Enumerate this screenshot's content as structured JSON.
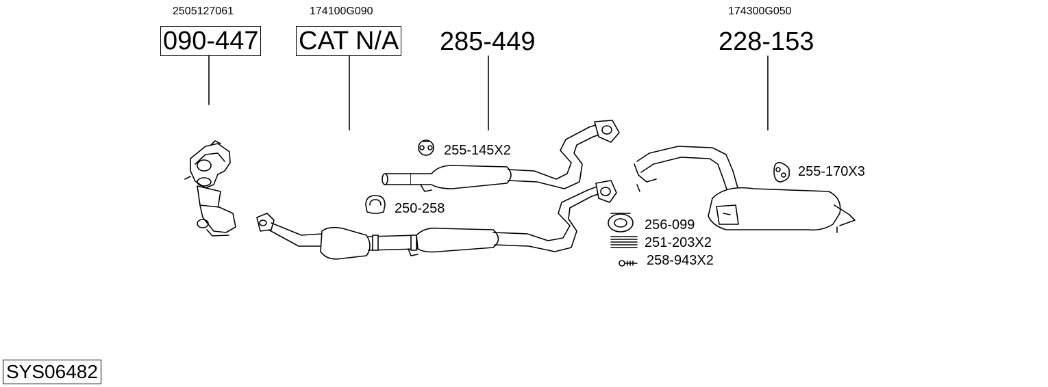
{
  "system_id": "SYS06482",
  "parts": [
    {
      "oem": "2505127061",
      "number": "090-447",
      "boxed": true
    },
    {
      "oem": "174100G090",
      "number": "CAT N/A",
      "boxed": true
    },
    {
      "oem": "",
      "number": "285-449",
      "boxed": false
    },
    {
      "oem": "174300G050",
      "number": "228-153",
      "boxed": false
    }
  ],
  "accessories": [
    {
      "label": "255-145X2"
    },
    {
      "label": "250-258"
    },
    {
      "label": "255-170X3"
    },
    {
      "label": "256-099"
    },
    {
      "label": "251-203X2"
    },
    {
      "label": "258-943X2"
    }
  ]
}
